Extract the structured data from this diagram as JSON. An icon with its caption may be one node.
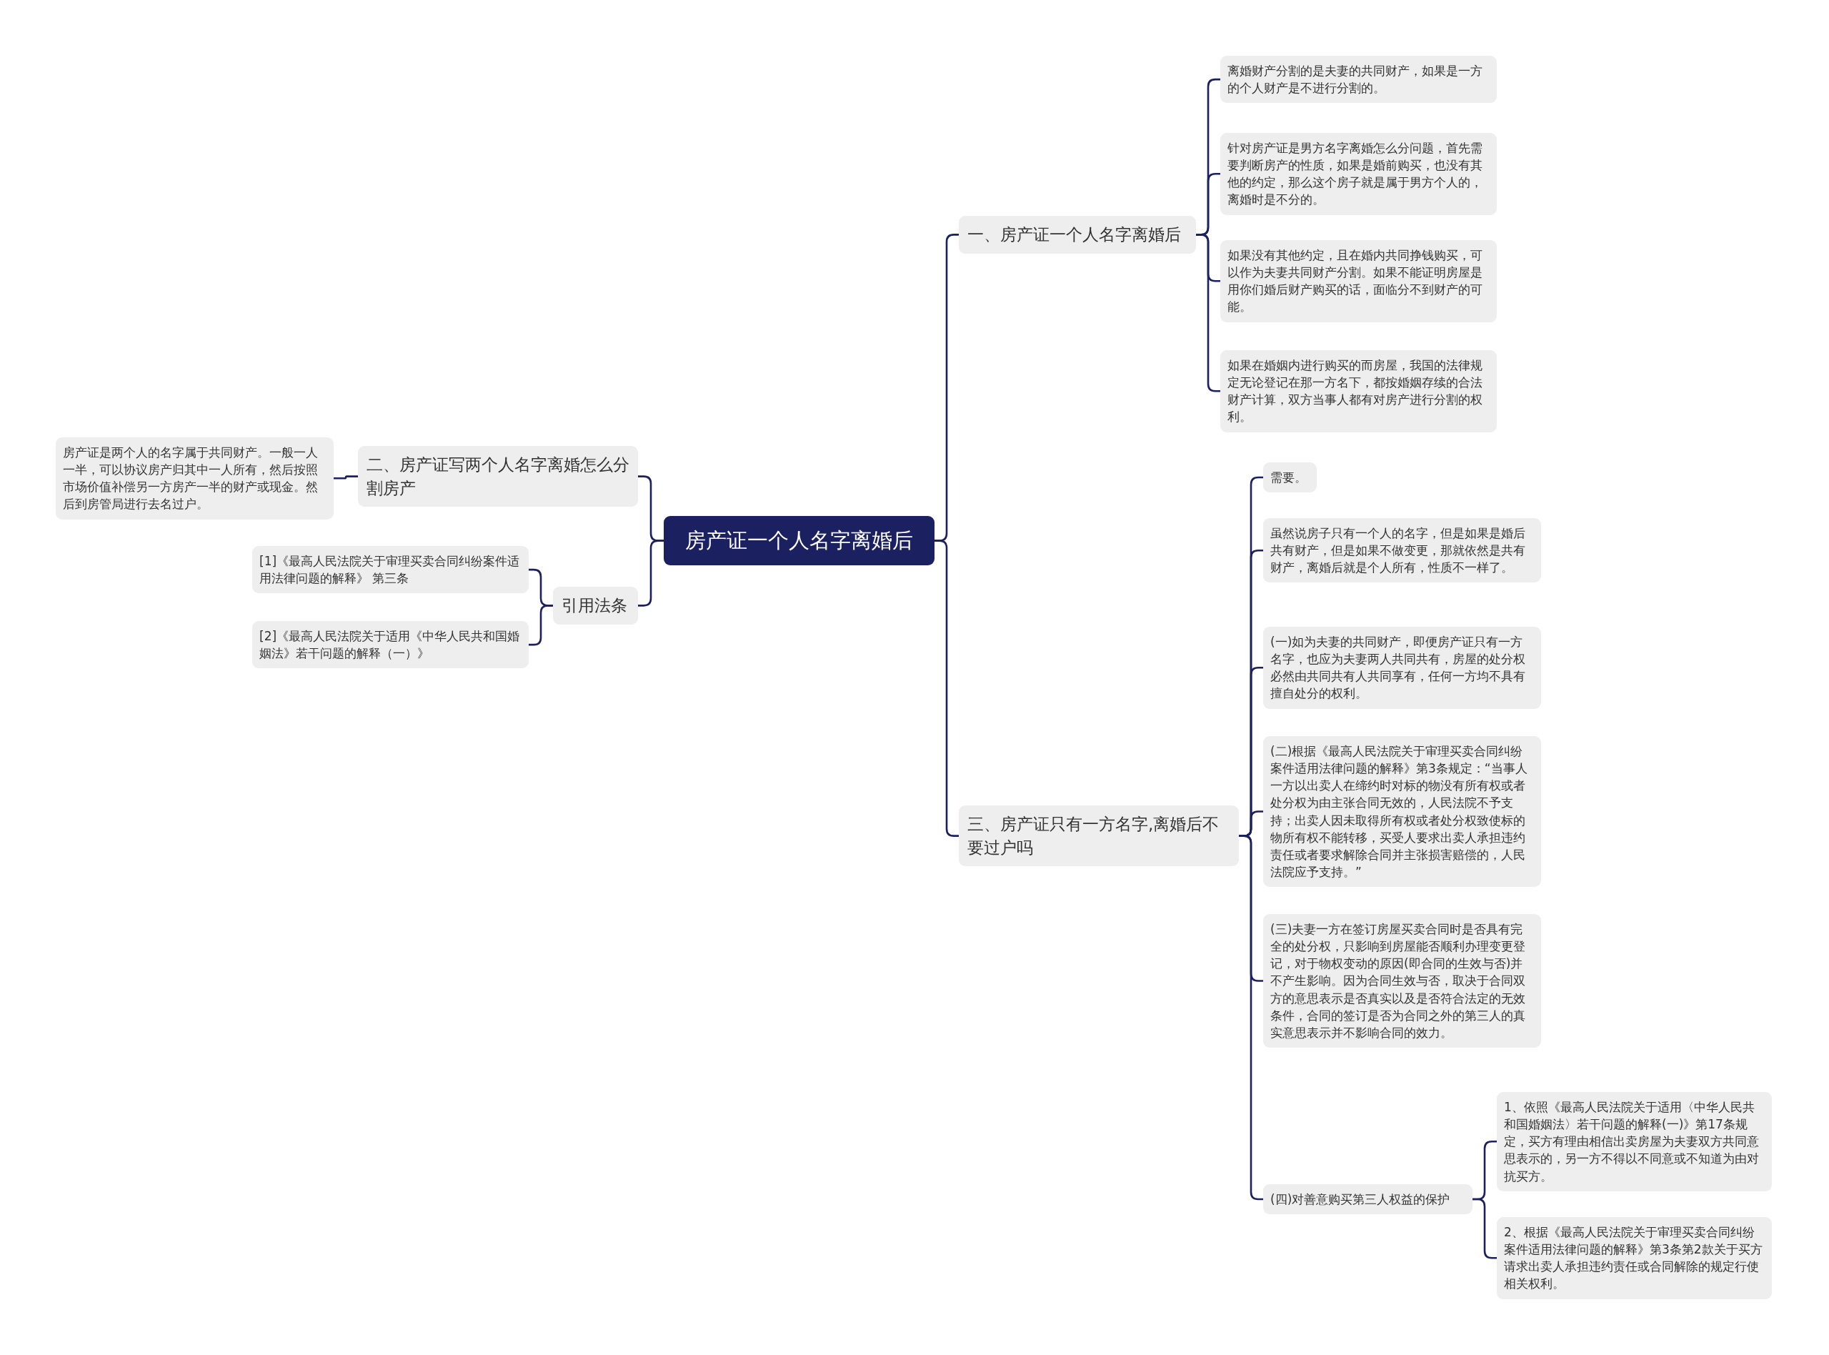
{
  "diagram": {
    "nodes": [
      {
        "text": [
          "房产证一个人名字离婚后"
        ]
      },
      {
        "text": [
          "一、房产证一个人名字离婚后"
        ]
      },
      {
        "text": [
          "离婚财产分割的是夫妻的共同财产，如果是一方的个人财产是不进行分割的。"
        ]
      },
      {
        "text": [
          "针对房产证是男方名字离婚怎么分问题，首先需要判断房产的性质，如果是婚前购买，也没有其他的约定，那么这个房子就是属于男方个人的，离婚时是不分的。"
        ]
      },
      {
        "text": [
          "如果没有其他约定，且在婚内共同挣钱购买，可以作为夫妻共同财产分割。如果不能证明房屋是用你们婚后财产购买的话，面临分不到财产的可能。"
        ]
      },
      {
        "text": [
          "如果在婚姻内进行购买的而房屋，我国的法律规定无论登记在那一方名下，都按婚姻存续的合法财产计算，双方当事人都有对房产进行分割的权利。"
        ]
      },
      {
        "text": [
          "三、房产证只有一方名字,离婚后不要过户吗"
        ]
      },
      {
        "text": [
          "需要。"
        ]
      },
      {
        "text": [
          "虽然说房子只有一个人的名字，但是如果是婚后共有财产，但是如果不做变更，那就依然是共有财产，离婚后就是个人所有，性质不一样了。"
        ]
      },
      {
        "text": [
          "(一)如为夫妻的共同财产，即便房产证只有一方名字，也应为夫妻两人共同共有，房屋的处分权必然由共同共有人共同享有，任何一方均不具有擅自处分的权利。"
        ]
      },
      {
        "text": [
          "(二)根据《最高人民法院关于审理买卖合同纠纷案件适用法律问题的解释》第3条规定：“当事人一方以出卖人在缔约时对标的物没有所有权或者处分权为由主张合同无效的，人民法院不予支持；出卖人因未取得所有权或者处分权致使标的物所有权不能转移，买受人要求出卖人承担违约责任或者要求解除合同并主张损害赔偿的，人民法院应予支持。”"
        ]
      },
      {
        "text": [
          "(三)夫妻一方在签订房屋买卖合同时是否具有完全的处分权，只影响到房屋能否顺利办理变更登记，对于物权变动的原因(即合同的生效与否)并不产生影响。因为合同生效与否，取决于合同双方的意思表示是否真实以及是否符合法定的无效条件，合同的签订是否为合同之外的第三人的真实意思表示并不影响合同的效力。"
        ]
      },
      {
        "text": [
          "(四)对善意购买第三人权益的保护"
        ]
      },
      {
        "text": [
          "1、依照《最高人民法院关于适用〈中华人民共和国婚姻法〉若干问题的解释(一)》第17条规定，买方有理由相信出卖房屋为夫妻双方共同意思表示的，另一方不得以不同意或不知道为由对抗买方。"
        ]
      },
      {
        "text": [
          "2、根据《最高人民法院关于审理买卖合同纠纷案件适用法律问题的解释》第3条第2款关于买方请求出卖人承担违约责任或合同解除的规定行使相关权利。"
        ]
      },
      {
        "text": [
          "二、房产证写两个人名字离婚怎么分割房产"
        ]
      },
      {
        "text": [
          "房产证是两个人的名字属于共同财产。一般一人一半，可以协议房产归其中一人所有，然后按照市场价值补偿另一方房产一半的财产或现金。然后到房管局进行去名过户。"
        ]
      },
      {
        "text": [
          "引用法条"
        ]
      },
      {
        "text": [
          "[1]《最高人民法院关于审理买卖合同纠纷案件适用法律问题的解释》 第三条"
        ]
      },
      {
        "text": [
          "[2]《最高人民法院关于适用《中华人民共和国婚姻法》若干问题的解释（一）》"
        ]
      }
    ],
    "edges": [
      {
        "from": 0,
        "to": 1,
        "arrow": "none"
      },
      {
        "from": 1,
        "to": 2,
        "arrow": "none"
      },
      {
        "from": 1,
        "to": 3,
        "arrow": "none"
      },
      {
        "from": 1,
        "to": 4,
        "arrow": "none"
      },
      {
        "from": 1,
        "to": 5,
        "arrow": "none"
      },
      {
        "from": 0,
        "to": 6,
        "arrow": "none"
      },
      {
        "from": 6,
        "to": 7,
        "arrow": "none"
      },
      {
        "from": 6,
        "to": 8,
        "arrow": "none"
      },
      {
        "from": 6,
        "to": 9,
        "arrow": "none"
      },
      {
        "from": 6,
        "to": 10,
        "arrow": "none"
      },
      {
        "from": 6,
        "to": 11,
        "arrow": "none"
      },
      {
        "from": 6,
        "to": 12,
        "arrow": "none"
      },
      {
        "from": 12,
        "to": 13,
        "arrow": "none"
      },
      {
        "from": 12,
        "to": 14,
        "arrow": "none"
      },
      {
        "from": 0,
        "to": 15,
        "arrow": "none"
      },
      {
        "from": 15,
        "to": 16,
        "arrow": "none"
      },
      {
        "from": 0,
        "to": 17,
        "arrow": "none"
      },
      {
        "from": 17,
        "to": 18,
        "arrow": "none"
      },
      {
        "from": 17,
        "to": 19,
        "arrow": "none"
      }
    ]
  }
}
